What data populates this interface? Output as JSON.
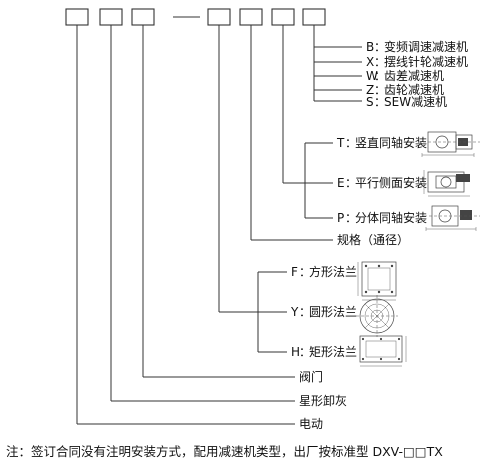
{
  "code_boxes": [
    "",
    "",
    "",
    "",
    "",
    "",
    ""
  ],
  "reducer_group": {
    "items": [
      {
        "code": "B",
        "name": "变频调速减速机"
      },
      {
        "code": "X",
        "name": "摆线针轮减速机"
      },
      {
        "code": "W",
        "name": "齿差减速机"
      },
      {
        "code": "Z",
        "name": "齿轮减速机"
      },
      {
        "code": "S",
        "name": "SEW减速机"
      }
    ]
  },
  "mount_group": {
    "items": [
      {
        "code": "T",
        "name": "竖直同轴安装"
      },
      {
        "code": "E",
        "name": "平行侧面安装"
      },
      {
        "code": "P",
        "name": "分体同轴安装"
      }
    ]
  },
  "spec": {
    "label": "规格（通径）"
  },
  "flange_group": {
    "items": [
      {
        "code": "F",
        "name": "方形法兰"
      },
      {
        "code": "Y",
        "name": "圆形法兰"
      },
      {
        "code": "H",
        "name": "矩形法兰"
      }
    ]
  },
  "valve": {
    "label": "阀门"
  },
  "unloader": {
    "label": "星形卸灰"
  },
  "electric": {
    "label": "电动"
  },
  "sep": {
    "colon": "："
  },
  "note": {
    "text": "注：签订合同没有注明安装方式，配用减速机类型，出厂按标准型 DXV-□□TX"
  }
}
